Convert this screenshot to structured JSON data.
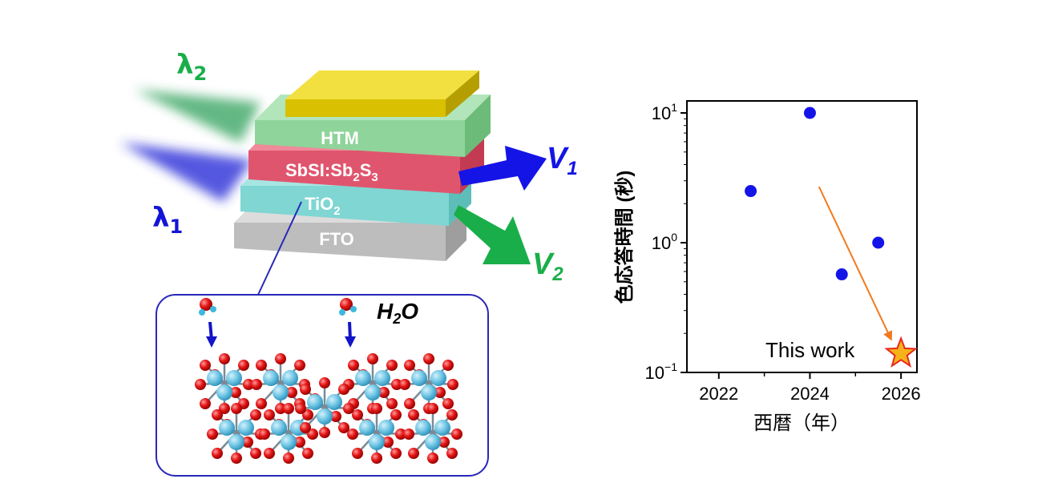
{
  "device": {
    "lambda_top": {
      "base": "λ",
      "sub": "2"
    },
    "lambda_bottom": {
      "base": "λ",
      "sub": "1"
    },
    "layers": {
      "htm": "HTM",
      "absorber": {
        "p1": "SbSI:Sb",
        "s1": "2",
        "p2": "S",
        "s2": "3"
      },
      "tio2": {
        "base": "TiO",
        "sub": "2"
      },
      "fto": "FTO"
    },
    "v1": {
      "base": "V",
      "sub": "1"
    },
    "v2": {
      "base": "V",
      "sub": "2"
    },
    "h2o": {
      "a": "H",
      "sub": "2",
      "b": "O"
    },
    "colors": {
      "gold": "#E6C800",
      "htm": "#8FD49A",
      "absorber": "#E0556E",
      "tio2": "#7FD6D2",
      "fto": "#BDBDBD",
      "green": "#1AAE4A",
      "blue": "#1010E6",
      "frame": "#2828B8"
    }
  },
  "chart_data": {
    "type": "scatter",
    "xlabel": "西暦（年）",
    "ylabel": "色応答時間 (秒)",
    "xlim": [
      2021.3,
      2026.35
    ],
    "ylim_log10": [
      -1,
      1.15
    ],
    "yscale": "log",
    "x_ticks": [
      2022,
      2024,
      2026
    ],
    "x_tick_labels": [
      "2022",
      "2024",
      "2026"
    ],
    "x_minor_ticks": [
      2023,
      2025
    ],
    "y_ticks": [
      {
        "value": 10,
        "base": "10",
        "exp": "1"
      },
      {
        "value": 1,
        "base": "10",
        "exp": "0"
      },
      {
        "value": 0.1,
        "base": "10",
        "exp": "−1"
      }
    ],
    "series": [
      {
        "marker": "circle",
        "color": "#1414E8",
        "points": [
          {
            "x": 2022.7,
            "y": 2.5
          },
          {
            "x": 2024.0,
            "y": 10
          },
          {
            "x": 2024.7,
            "y": 0.57
          },
          {
            "x": 2025.5,
            "y": 1.0
          }
        ]
      },
      {
        "marker": "star",
        "color": "#F6B21A",
        "points": [
          {
            "x": 2026.0,
            "y": 0.14
          }
        ]
      }
    ],
    "annotation": {
      "text": "This work"
    },
    "trend_arrow": {
      "from": {
        "x": 2024.2,
        "y": 2.7
      },
      "to": {
        "x": 2025.8,
        "y": 0.175
      },
      "color": "#F07A1E"
    }
  }
}
